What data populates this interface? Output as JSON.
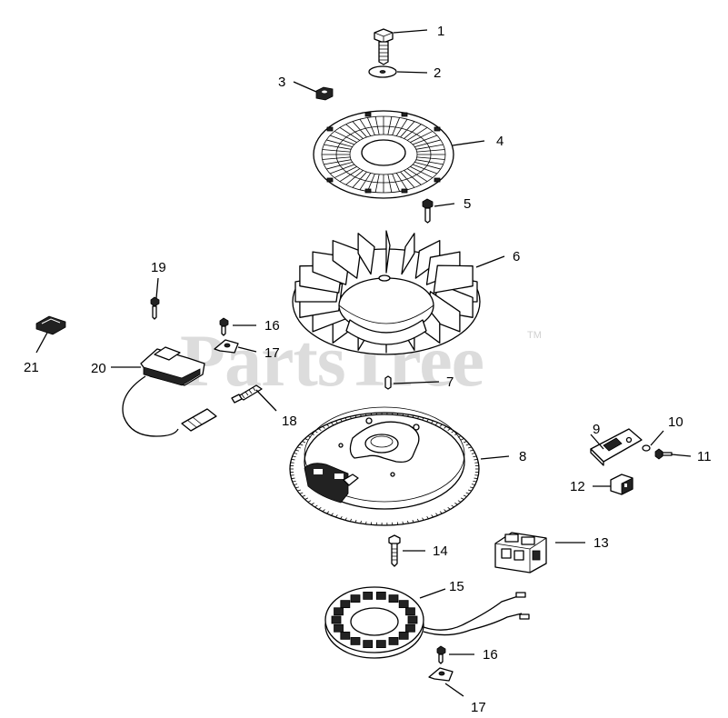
{
  "watermark": {
    "text": "PartsTree",
    "trademark": "TM"
  },
  "callouts": [
    {
      "id": "1",
      "text": "1"
    },
    {
      "id": "2",
      "text": "2"
    },
    {
      "id": "3",
      "text": "3"
    },
    {
      "id": "4",
      "text": "4"
    },
    {
      "id": "5",
      "text": "5"
    },
    {
      "id": "6",
      "text": "6"
    },
    {
      "id": "7",
      "text": "7"
    },
    {
      "id": "8",
      "text": "8"
    },
    {
      "id": "9",
      "text": "9"
    },
    {
      "id": "10",
      "text": "10"
    },
    {
      "id": "11",
      "text": "11"
    },
    {
      "id": "12",
      "text": "12"
    },
    {
      "id": "13",
      "text": "13"
    },
    {
      "id": "14",
      "text": "14"
    },
    {
      "id": "15",
      "text": "15"
    },
    {
      "id": "16a",
      "text": "16"
    },
    {
      "id": "16b",
      "text": "16"
    },
    {
      "id": "17a",
      "text": "17"
    },
    {
      "id": "17b",
      "text": "17"
    },
    {
      "id": "18",
      "text": "18"
    },
    {
      "id": "19",
      "text": "19"
    },
    {
      "id": "20",
      "text": "20"
    },
    {
      "id": "21",
      "text": "21"
    }
  ],
  "parts": [
    "screw",
    "washer",
    "nut",
    "grass-screen",
    "screw",
    "fan",
    "key",
    "flywheel",
    "rectifier-regulator",
    "washer",
    "screw",
    "connector",
    "rectifier-housing",
    "screw",
    "stator",
    "screw",
    "bracket",
    "spark-plug-lead",
    "screw",
    "ignition-module",
    "clip"
  ]
}
